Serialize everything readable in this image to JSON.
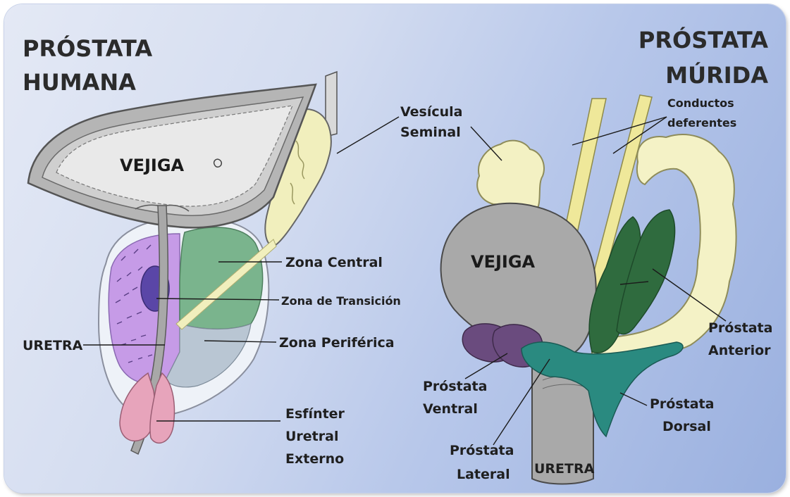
{
  "titles": {
    "human": [
      "PRÓSTATA",
      "HUMANA"
    ],
    "murine": [
      "PRÓSTATA",
      "MÚRIDA"
    ]
  },
  "human_labels": {
    "bladder": "VEJIGA",
    "seminal_vesicle": [
      "Vesícula",
      "Seminal"
    ],
    "central_zone": "Zona Central",
    "transition_zone": "Zona de Transición",
    "urethra": "URETRA",
    "peripheral_zone": "Zona Periférica",
    "sphincter": [
      "Esfínter",
      "Uretral",
      "Externo"
    ]
  },
  "murine_labels": {
    "bladder": "VEJIGA",
    "vas_deferens": [
      "Conductos",
      "deferentes"
    ],
    "anterior_prostate": [
      "Próstata",
      "Anterior"
    ],
    "ventral_prostate": [
      "Próstata",
      "Ventral"
    ],
    "dorsal_prostate": [
      "Próstata",
      "Dorsal"
    ],
    "lateral_prostate": [
      "Próstata",
      "Lateral"
    ],
    "urethra": "URETRA"
  },
  "colors": {
    "bladder_gray": "#a9a9a9",
    "seminal_yellow": "#f3f1c3",
    "central_green": "#78b48c",
    "transition_purple": "#5b4aa6",
    "peripheral_lilac": "#c79be8",
    "sphincter_pink": "#e6a0b8",
    "anterior_green": "#2f6b3e",
    "ventral_purple": "#6b4b7e",
    "dorsal_teal": "#2a8a80"
  }
}
